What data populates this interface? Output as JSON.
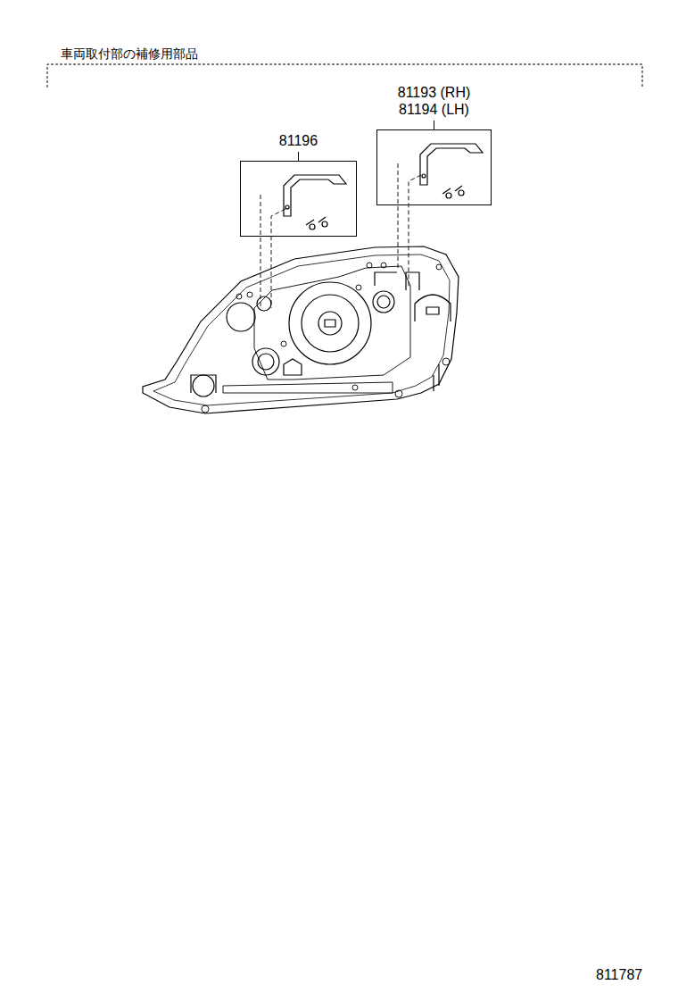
{
  "diagram": {
    "title": "車両取付部の補修用部品",
    "nodes": [
      {
        "text": [
          "81196"
        ]
      },
      {
        "text": [
          "81193 (RH)",
          "81194 (LH)"
        ]
      }
    ],
    "labels": [
      "811787"
    ]
  }
}
